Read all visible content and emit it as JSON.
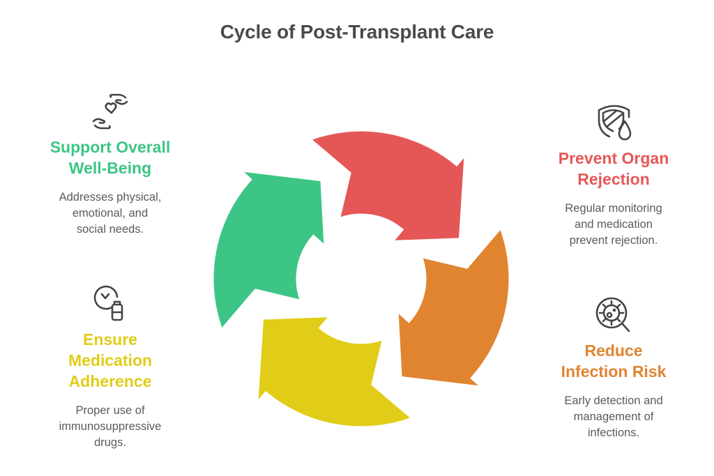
{
  "title": "Cycle of Post-Transplant Care",
  "colors": {
    "green": "#3dc585",
    "red": "#e55757",
    "orange": "#e08430",
    "yellow": "#e1cc17",
    "title": "#4a4a4a",
    "body": "#5a5a5a",
    "icon": "#444444"
  },
  "steps": [
    {
      "id": "well-being",
      "icon": "hands-heart-icon",
      "heading_lines": [
        "Support Overall",
        "Well-Being"
      ],
      "desc_lines": [
        "Addresses physical,",
        "emotional, and",
        "social needs."
      ],
      "color": "#3dc585"
    },
    {
      "id": "organ-rejection",
      "icon": "shield-drop-icon",
      "heading_lines": [
        "Prevent Organ",
        "Rejection"
      ],
      "desc_lines": [
        "Regular monitoring",
        "and medication",
        "prevent rejection."
      ],
      "color": "#e55757"
    },
    {
      "id": "infection-risk",
      "icon": "virus-magnifier-icon",
      "heading_lines": [
        "Reduce",
        "Infection Risk"
      ],
      "desc_lines": [
        "Early detection and",
        "management of",
        "infections."
      ],
      "color": "#e08430"
    },
    {
      "id": "medication-adherence",
      "icon": "clock-pill-bottle-icon",
      "heading_lines": [
        "Ensure",
        "Medication",
        "Adherence"
      ],
      "desc_lines": [
        "Proper use of",
        "immunosuppressive",
        "drugs."
      ],
      "color": "#e1cc17"
    }
  ]
}
